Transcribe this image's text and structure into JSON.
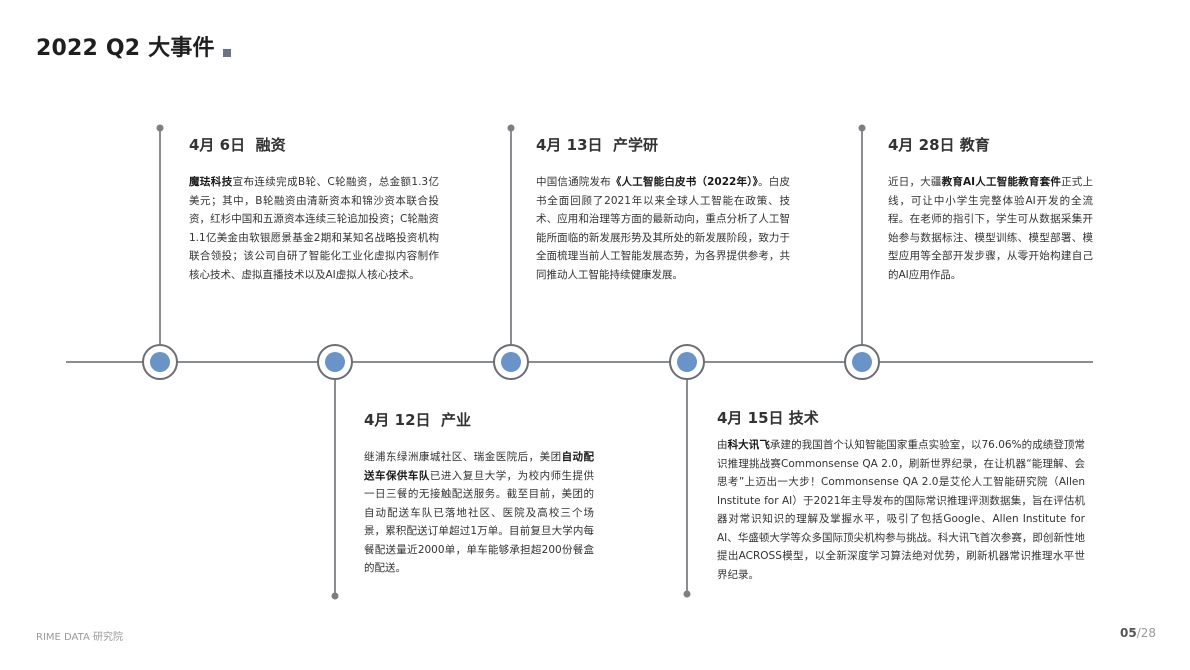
{
  "header": {
    "title": "2022 Q2 大事件"
  },
  "timeline": {
    "colors": {
      "line": "#8a8d92",
      "node_ring": "#6b6e73",
      "node_fill": "#6a93c8"
    },
    "events": [
      {
        "date": "4月 6日",
        "category": "融资",
        "position": "above",
        "body_bold": "魔珐科技",
        "body": "宣布连续完成B轮、C轮融资，总金额1.3亿美元；其中，B轮融资由清新资本和锦沙资本联合投资，红杉中国和五源资本连续三轮追加投资；C轮融资1.1亿美金由软银愿景基金2期和某知名战略投资机构联合领投；该公司自研了智能化工业化虚拟内容制作核心技术、虚拟直播技术以及AI虚拟人核心技术。"
      },
      {
        "date": "4月 12日",
        "category": "产业",
        "position": "below",
        "body_pre": "继浦东绿洲康城社区、瑞金医院后，美团",
        "body_bold": "自动配送车保供车队",
        "body": "已进入复旦大学，为校内师生提供一日三餐的无接触配送服务。截至目前，美团的自动配送车队已落地社区、医院及高校三个场景，累积配送订单超过1万单。目前复旦大学内每餐配送量近2000单，单车能够承担超200份餐盒的配送。"
      },
      {
        "date": "4月 13日",
        "category": "产学研",
        "position": "above",
        "body_pre": "中国信通院发布",
        "body_bold": "《人工智能白皮书（2022年）》",
        "body": "。白皮书全面回顾了2021年以来全球人工智能在政策、技术、应用和治理等方面的最新动向，重点分析了人工智能所面临的新发展形势及其所处的新发展阶段，致力于全面梳理当前人工智能发展态势，为各界提供参考，共同推动人工智能持续健康发展。"
      },
      {
        "date": "4月 15日",
        "category": "技术",
        "position": "below",
        "body_pre": "由",
        "body_bold": "科大讯飞",
        "body": "承建的我国首个认知智能国家重点实验室，以76.06%的成绩登顶常识推理挑战赛Commonsense QA 2.0，刷新世界纪录，在让机器“能理解、会思考”上迈出一大步！Commonsense QA 2.0是艾伦人工智能研究院（Allen Institute for AI）于2021年主导发布的国际常识推理评测数据集，旨在评估机器对常识知识的理解及掌握水平，吸引了包括Google、Allen Institute for AI、华盛顿大学等众多国际顶尖机构参与挑战。科大讯飞首次参赛，即创新性地提出ACROSS模型，以全新深度学习算法绝对优势，刷新机器常识推理水平世界纪录。"
      },
      {
        "date": "4月 28日",
        "category": "教育",
        "position": "above",
        "body_pre": "近日，大疆",
        "body_bold": "教育AI人工智能教育套件",
        "body": "正式上线，可让中小学生完整体验AI开发的全流程。在老师的指引下，学生可从数据采集开始参与数据标注、模型训练、模型部署、模型应用等全部开发步骤，从零开始构建自己的AI应用作品。"
      }
    ]
  },
  "footer": {
    "brand": "RIME DATA 研究院",
    "page_current": "05",
    "page_separator": "/",
    "page_total": "28"
  }
}
